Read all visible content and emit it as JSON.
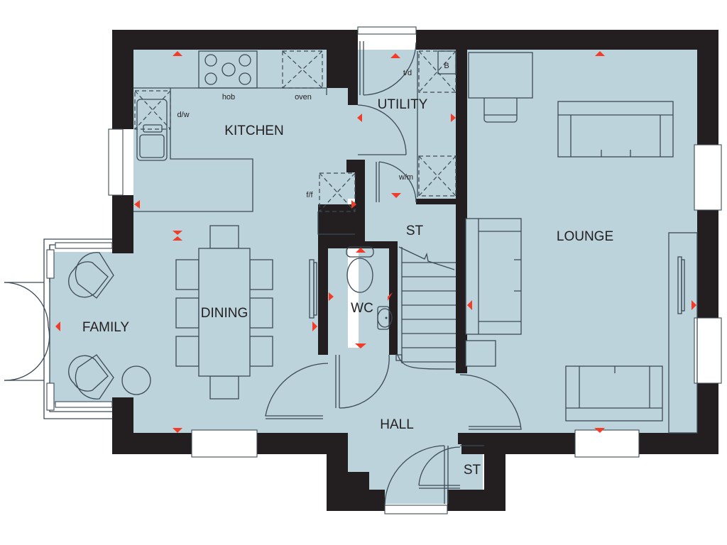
{
  "colors": {
    "floor": "#bcd3dc",
    "wall": "#231f20",
    "line": "#3c4a55",
    "accent": "#f23c28",
    "text": "#231f20"
  },
  "rooms": {
    "kitchen": "KITCHEN",
    "utility": "UTILITY",
    "lounge": "LOUNGE",
    "family": "FAMILY",
    "dining": "DINING",
    "wc": "WC",
    "store_upper": "ST",
    "store_lower": "ST",
    "hall": "HALL"
  },
  "appliances": {
    "hob": "hob",
    "oven": "oven",
    "dishwasher": "d/w",
    "fridge_freezer": "f/f",
    "tumble_dryer": "t/d",
    "washing_machine": "w/m",
    "boiler": "B"
  }
}
